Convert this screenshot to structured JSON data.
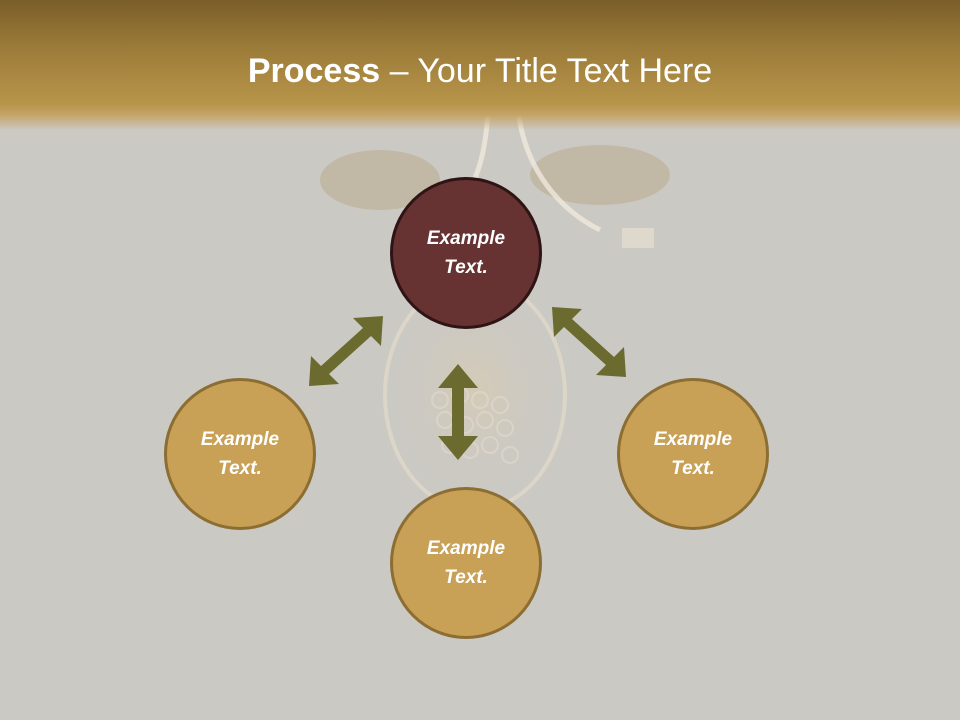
{
  "slide": {
    "title_bold": "Process",
    "title_rest": " – Your Title Text Here"
  },
  "nodes": {
    "top": {
      "label": "Example\nText.",
      "color": "#673232"
    },
    "left": {
      "label": "Example\nText.",
      "color": "#c8a056"
    },
    "right": {
      "label": "Example\nText.",
      "color": "#c8a056"
    },
    "bottom": {
      "label": "Example\nText.",
      "color": "#c8a056"
    }
  },
  "colors": {
    "header_top": "#7a5e2a",
    "header_bottom": "#b8954a",
    "background": "#cbc9c4",
    "arrow": "#6b6a2f"
  },
  "arrows": [
    {
      "id": "top-left",
      "type": "double-headed"
    },
    {
      "id": "top-bottom",
      "type": "double-headed"
    },
    {
      "id": "top-right",
      "type": "double-headed"
    }
  ]
}
